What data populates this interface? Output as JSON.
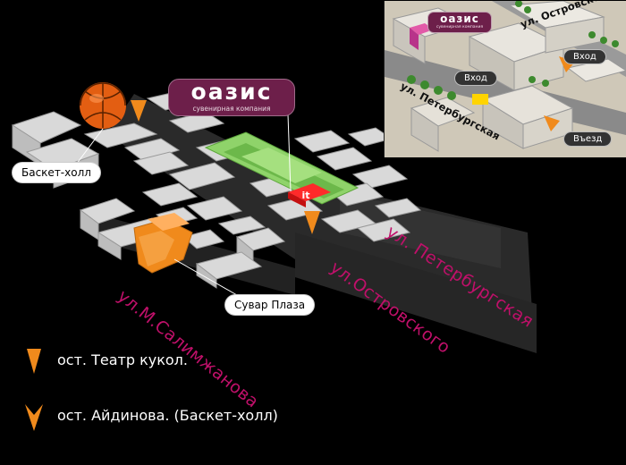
{
  "brand": {
    "name": "оазис",
    "tagline": "сувенирная компания"
  },
  "labels": {
    "basket_hall": "Баскет-холл",
    "suvar_plaza": "Сувар Плаза",
    "store_marker": "it"
  },
  "streets": {
    "peterburgskaya": "ул. Петербургская",
    "ostrovskogo": "ул.Островского",
    "salimzhanova": "ул.М.Салимжанова"
  },
  "legend": [
    {
      "marker": "triangle-orange",
      "text": "ост. Театр кукол."
    },
    {
      "marker": "arrow-orange",
      "text": "ост. Айдинова. (Баскет-холл)"
    }
  ],
  "inset": {
    "brand_name": "оазис",
    "brand_tagline": "сувенирная компания",
    "street_ostrovskogo": "ул. Островского",
    "street_peterburgskaya": "ул. Петербургская",
    "entrance_1": "Вход",
    "entrance_2": "Вход",
    "drive_in": "Въезд"
  },
  "colors": {
    "background": "#000000",
    "street_magenta": "#c0106a",
    "brand_purple": "#6d1f4a",
    "highlight_green": "#8fd36a",
    "marker_orange": "#f08a1c",
    "building_grey": "#d8d8d8",
    "road_dark": "#2b2b2b"
  }
}
